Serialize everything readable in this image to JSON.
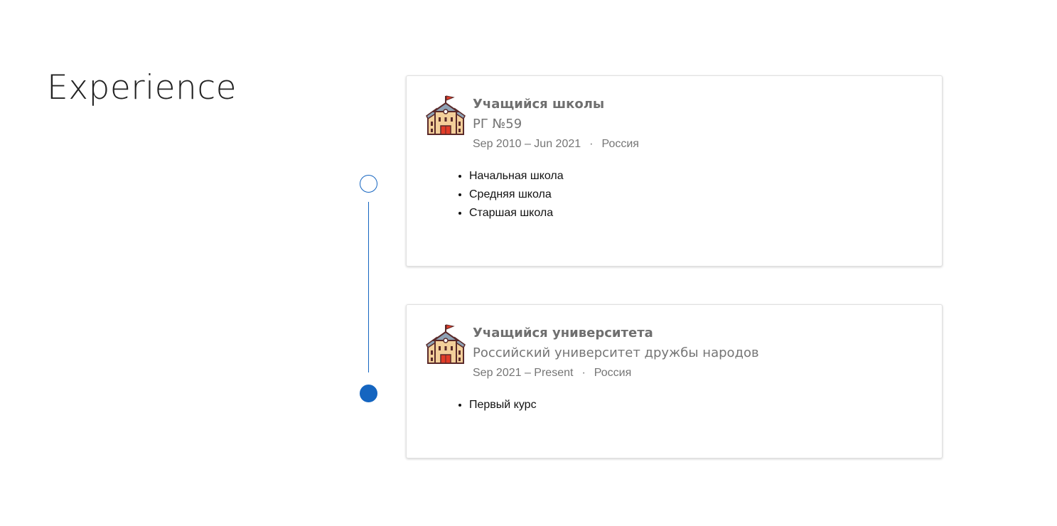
{
  "section": {
    "title": "Experience"
  },
  "colors": {
    "accent": "#1565c0",
    "muted_text": "#757575"
  },
  "timeline": {
    "items": [
      {
        "icon": "school-building-icon",
        "role": "Учащийся школы",
        "organization": "РГ №59",
        "dates": "Sep 2010 – Jun 2021",
        "separator": "·",
        "location": "Россия",
        "bullets": [
          "Начальная школа",
          "Средняя школа",
          "Старшая школа"
        ]
      },
      {
        "icon": "school-building-icon",
        "role": "Учащийся университета",
        "organization": "Российский университет дружбы народов",
        "dates": "Sep 2021 – Present",
        "separator": "·",
        "location": "Россия",
        "bullets": [
          "Первый курс"
        ]
      }
    ]
  }
}
